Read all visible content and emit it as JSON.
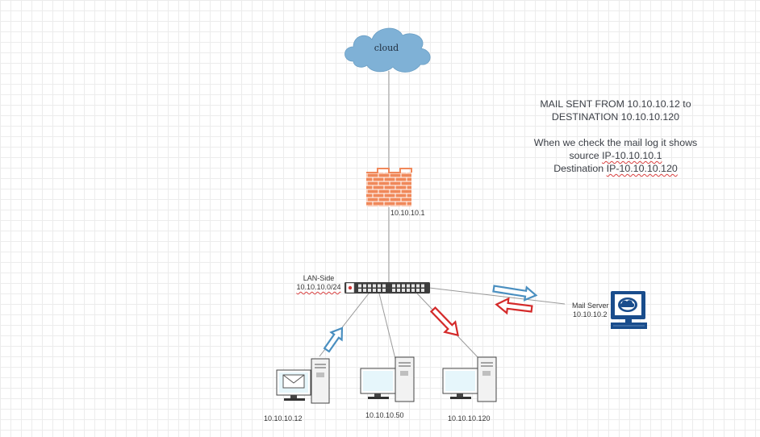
{
  "nodes": {
    "cloud": {
      "label": "cloud"
    },
    "firewall": {
      "ip": "10.10.10.1"
    },
    "switch": {
      "name": "LAN-Side",
      "subnet": "10.10.10.0/24"
    },
    "mail_server": {
      "name": "Mail Server",
      "ip": "10.10.10.2"
    },
    "pc_sender": {
      "ip": "10.10.10.12"
    },
    "pc_middle": {
      "ip": "10.10.10.50"
    },
    "pc_destination": {
      "ip": "10.10.10.120"
    }
  },
  "note": {
    "line1": "MAIL SENT FROM 10.10.10.12 to",
    "line2": "DESTINATION  10.10.10.120",
    "line3": "When we check the mail log it shows",
    "line4_prefix": "source ",
    "line4_value": "IP-10.10.10.1",
    "line5_prefix": "Destination ",
    "line5_value": "IP-10.10.10.120"
  },
  "colors": {
    "link_line": "#9a9a9a",
    "outbound_arrow": "#4a8fc0",
    "inbound_arrow": "#d42a2a",
    "cloud_fill": "#7fb1d6",
    "brick": "#f0885a",
    "monitor_blue": "#1a4d8c"
  },
  "icons": {
    "cloud": "cloud-icon",
    "firewall": "firewall-icon",
    "switch": "network-switch-icon",
    "mail_server": "mail-server-icon",
    "pc": "desktop-computer-icon",
    "mail": "envelope-icon"
  }
}
